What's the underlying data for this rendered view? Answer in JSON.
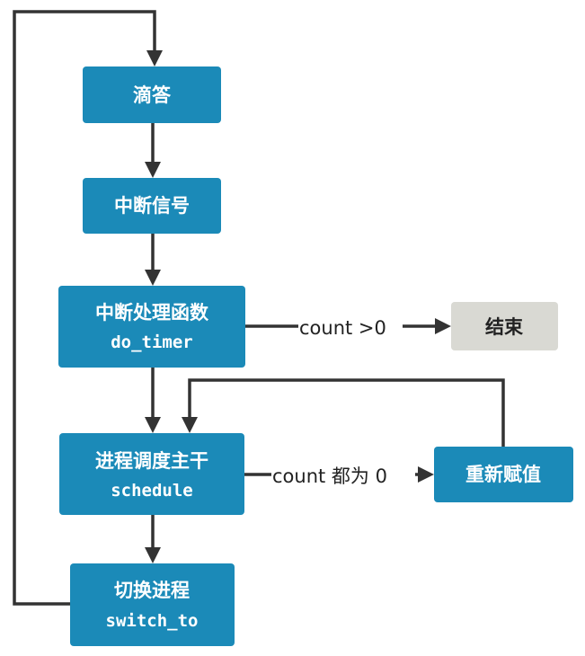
{
  "nodes": {
    "tick": {
      "title": "滴答"
    },
    "interrupt_signal": {
      "title": "中断信号"
    },
    "interrupt_handler": {
      "title": "中断处理函数",
      "code": "do_timer"
    },
    "end": {
      "title": "结束"
    },
    "scheduler": {
      "title": "进程调度主干",
      "code": "schedule"
    },
    "reassign": {
      "title": "重新赋值"
    },
    "switch": {
      "title": "切换进程",
      "code": "switch_to"
    }
  },
  "edges": {
    "to_end": {
      "label": "count >0"
    },
    "to_reassign": {
      "label": "count 都为 0"
    }
  },
  "colors": {
    "node_fill": "#1b8ab8",
    "end_fill": "#d9d9d3",
    "edge": "#333333"
  }
}
